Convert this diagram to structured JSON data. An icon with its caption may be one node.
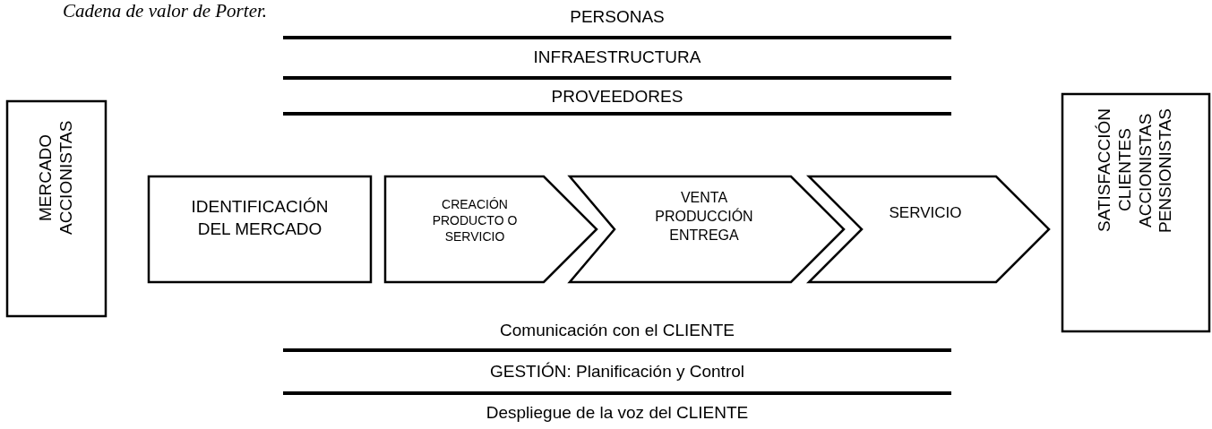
{
  "diagram": {
    "title": "Cadena de valor de Porter.",
    "nodes": [
      {
        "text": [
          "MERCADO ACCIONISTAS"
        ]
      },
      {
        "text": [
          "IDENTIFICACIÓN DEL MERCADO"
        ]
      },
      {
        "text": [
          "CREACIÓN PRODUCTO O SERVICIO"
        ]
      },
      {
        "text": [
          "VENTA PRODUCCIÓN ENTREGA"
        ]
      },
      {
        "text": [
          "SERVICIO"
        ]
      },
      {
        "text": [
          "SATISFACCIÓN CLIENTES ACCIONISTAS PENSIONISTAS"
        ]
      }
    ],
    "labels": [
      "PERSONAS",
      "INFRAESTRUCTURA",
      "PROVEEDORES",
      "Comunicación con el CLIENTE",
      "GESTIÓN: Planificación y Control",
      "Despliegue de la voz del CLIENTE"
    ]
  }
}
